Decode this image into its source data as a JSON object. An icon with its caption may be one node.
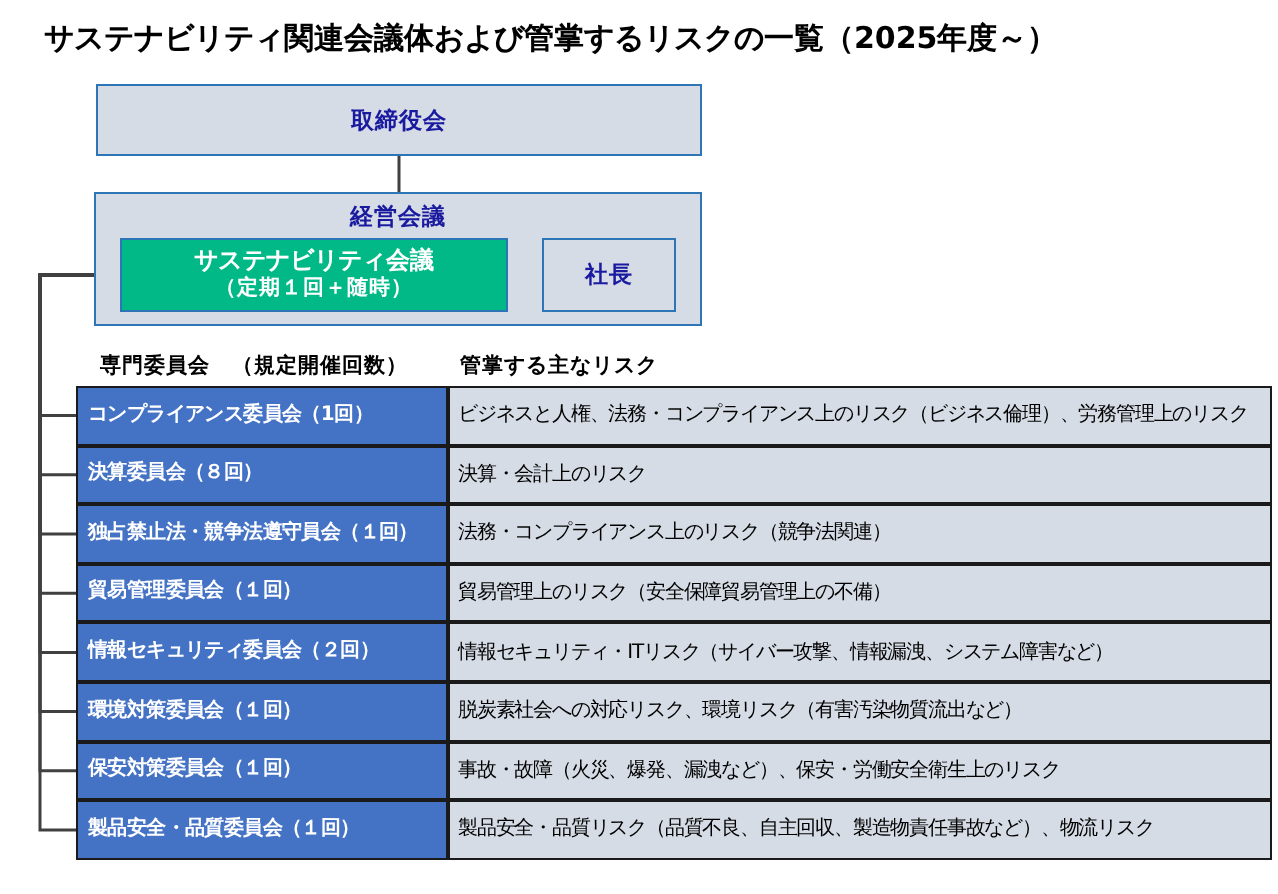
{
  "diagram": {
    "title": "サステナビリティ関連会議体および管掌するリスクの一覧（2025年度～）",
    "nodes": [
      {
        "text": [
          "取締役会"
        ]
      },
      {
        "text": [
          "経営会議"
        ]
      },
      {
        "text": [
          "サステナビリティ会議",
          "（定期１回＋随時）"
        ],
        "in": 1
      },
      {
        "text": [
          "社長"
        ],
        "in": 1
      },
      {
        "text": [
          "コンプライアンス委員会（1回）"
        ]
      },
      {
        "text": [
          "決算委員会（８回）"
        ]
      },
      {
        "text": [
          "独占禁止法・競争法遵守員会（１回）"
        ]
      },
      {
        "text": [
          "貿易管理委員会（１回）"
        ]
      },
      {
        "text": [
          "情報セキュリティ委員会（２回）"
        ]
      },
      {
        "text": [
          "環境対策委員会（１回）"
        ]
      },
      {
        "text": [
          "保安対策委員会（１回）"
        ]
      },
      {
        "text": [
          "製品安全・品質委員会（１回）"
        ]
      }
    ],
    "edges": [
      {
        "from": 0,
        "to": 1,
        "arrow": "none"
      },
      {
        "from": 2,
        "to": 4,
        "arrow": "none"
      },
      {
        "from": 2,
        "to": 5,
        "arrow": "none"
      },
      {
        "from": 2,
        "to": 6,
        "arrow": "none"
      },
      {
        "from": 2,
        "to": 7,
        "arrow": "none"
      },
      {
        "from": 2,
        "to": 8,
        "arrow": "none"
      },
      {
        "from": 2,
        "to": 9,
        "arrow": "none"
      },
      {
        "from": 2,
        "to": 10,
        "arrow": "none"
      },
      {
        "from": 2,
        "to": 11,
        "arrow": "none"
      }
    ],
    "labels": [
      "専門委員会　（規定開催回数）",
      "管掌する主なリスク",
      "ビジネスと人権、法務・コンプライアンス上のリスク（ビジネス倫理）、労務管理上のリスク",
      "決算・会計上のリスク",
      "法務・コンプライアンス上のリスク（競争法関連）",
      "貿易管理上のリスク（安全保障貿易管理上の不備）",
      "情報セキュリティ・ITリスク（サイバー攻撃、情報漏洩、システム障害など）",
      "脱炭素社会への対応リスク、環境リスク（有害汚染物質流出など）",
      "事故・故障（火災、爆発、漏洩など）、保安・労働安全衛生上のリスク",
      "製品安全・品質リスク（品質不良、自主回収、製造物責任事故など）、物流リスク"
    ]
  }
}
